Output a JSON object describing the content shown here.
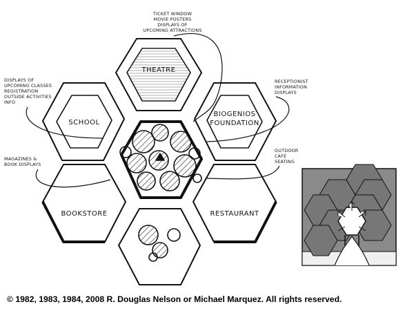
{
  "rooms": {
    "theatre": "THEATRE",
    "school": "SCHOOL",
    "biogenios": [
      "BIOGENIOS",
      "FOUNDATION"
    ],
    "bookstore": "BOOKSTORE",
    "restaurant": "RESTAURANT"
  },
  "notes": {
    "ticket": [
      "TICKET WINDOW",
      "MOVIE POSTERS",
      "DISPLAYS OF",
      "UPCOMING ATTRACTIONS"
    ],
    "classes": [
      "DISPLAYS OF",
      "UPCOMING CLASSES",
      "REGISTRATION",
      "OUTSIDE ACTIVITIES",
      "INFO"
    ],
    "reception": [
      "RECEPTIONIST",
      "INFORMATION",
      "DISPLAYS"
    ],
    "magazines": [
      "MAGAZINES &",
      "BOOK DISPLAYS"
    ],
    "cafe": [
      "OUTDOOR",
      "CAFE",
      "SEATING"
    ]
  },
  "copyright": "© 1982, 1983, 1984, 2008 R. Douglas Nelson or Michael Marquez.  All rights reserved."
}
